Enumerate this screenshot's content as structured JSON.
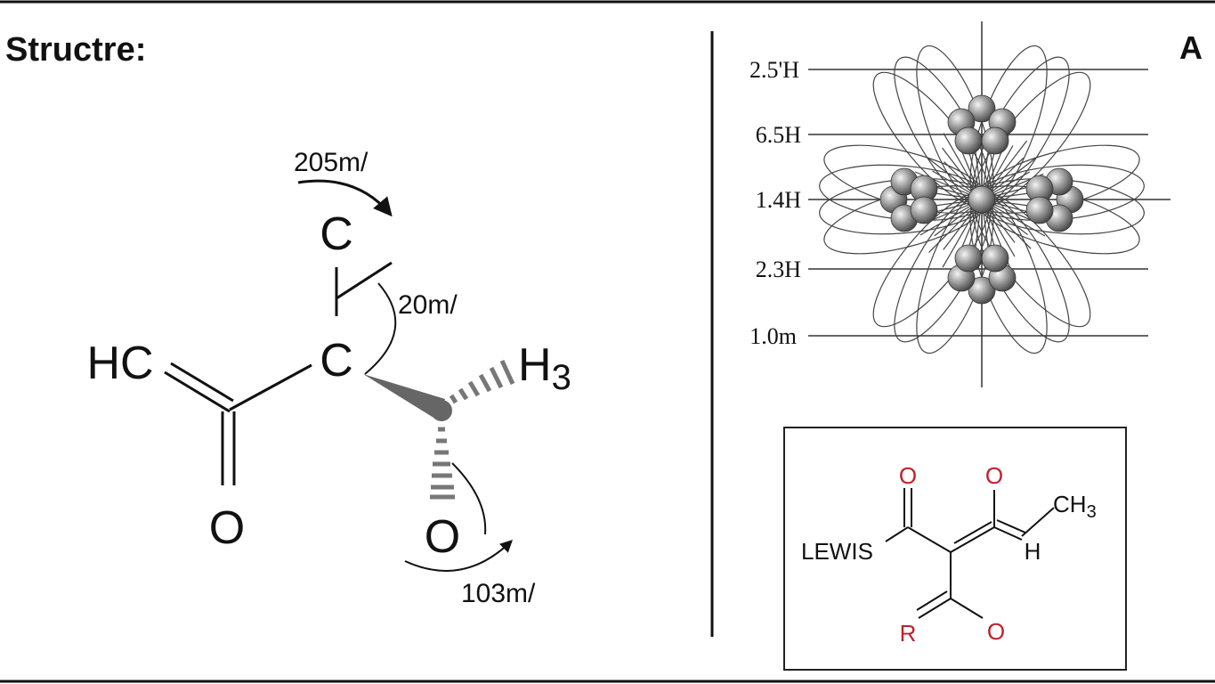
{
  "title": "Structre:",
  "panel_letter": "A",
  "left_structure": {
    "atoms": {
      "c_top": "C",
      "c_mid": "C",
      "hc": "HC",
      "o_left": "O",
      "h3": "H",
      "h3_sub": "3",
      "o_bottom": "O"
    },
    "annotations": {
      "top": "205m/",
      "angle": "20m/",
      "bottom": "103m/"
    }
  },
  "orbital_panel": {
    "levels": [
      "2.5'H",
      "6.5H",
      "1.4H",
      "2.3H",
      "1.0m"
    ]
  },
  "lewis_box": {
    "label": "LEWIS",
    "o1": "O",
    "o2": "O",
    "o3": "O",
    "ch3": "CH",
    "ch3_sub": "3",
    "h": "H",
    "r": "R"
  },
  "colors": {
    "ink": "#111111",
    "red": "#c0202a",
    "gray": "#777777"
  }
}
